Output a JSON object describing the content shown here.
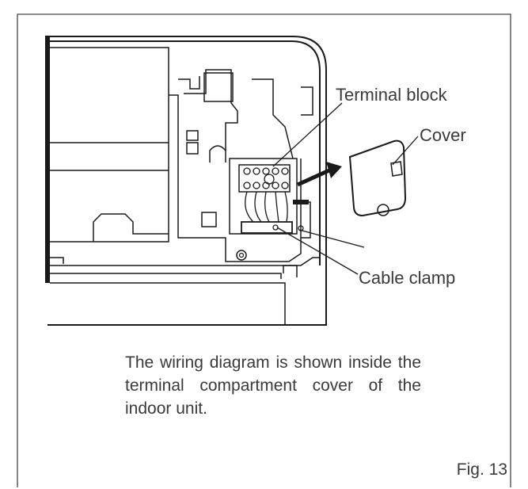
{
  "labels": {
    "terminal_block": "Terminal block",
    "cover": "Cover",
    "cable_clamp": "Cable clamp"
  },
  "caption": "The wiring diagram is shown inside the terminal compartment cover of the indoor unit.",
  "figure_number": "Fig. 13",
  "colors": {
    "line": "#1a1a1a",
    "frame": "#444444",
    "text": "#3a3a3a"
  }
}
